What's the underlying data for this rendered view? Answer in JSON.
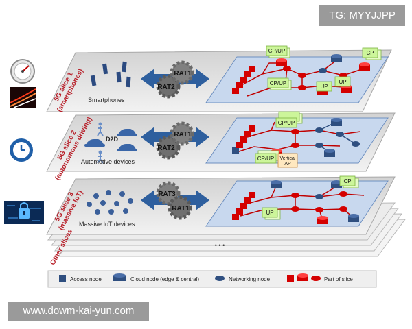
{
  "watermarks": {
    "top": "TG: MYYJJPP",
    "bottom": "www.dowm-kai-yun.com"
  },
  "slices": [
    {
      "label_line1": "5G slice 1",
      "label_line2": "(smartphones)",
      "devices_label": "Smartphones",
      "rat_front": "RAT1",
      "rat_back": "RAT2",
      "icon": "speedometer-icon"
    },
    {
      "label_line1": "5G slice 2",
      "label_line2": "(autonomous driving)",
      "devices_label": "Automotive devices",
      "d2d_label": "D2D",
      "rat_front": "RAT1",
      "rat_back": "RAT2",
      "icon": "clock-icon"
    },
    {
      "label_line1": "5G slice 3",
      "label_line2": "(massive IoT)",
      "devices_label": "Massive IoT devices",
      "rat_front": "RAT3",
      "rat_back": "RAT1",
      "icon": "iot-lock-icon"
    }
  ],
  "other_slices": "Other slices",
  "ellipsis": "• • •",
  "boxes": {
    "cpup": "CP/UP",
    "cp": "CP",
    "up": "UP",
    "vertical_ap_1": "Vertical",
    "vertical_ap_2": "AP"
  },
  "legend": {
    "access_node": "Access node",
    "cloud_node": "Cloud node (edge & central)",
    "networking_node": "Networking node",
    "part_of_slice": "Part of slice"
  },
  "colors": {
    "slice_red": "#d40000",
    "node_blue": "#2f4f80",
    "box_green": "#ccf59a",
    "arrow_blue": "#2e5f9e",
    "panel_blue": "#c8d8ee",
    "layer_grey": "#e4e4e4",
    "label_red": "#b8202a"
  }
}
